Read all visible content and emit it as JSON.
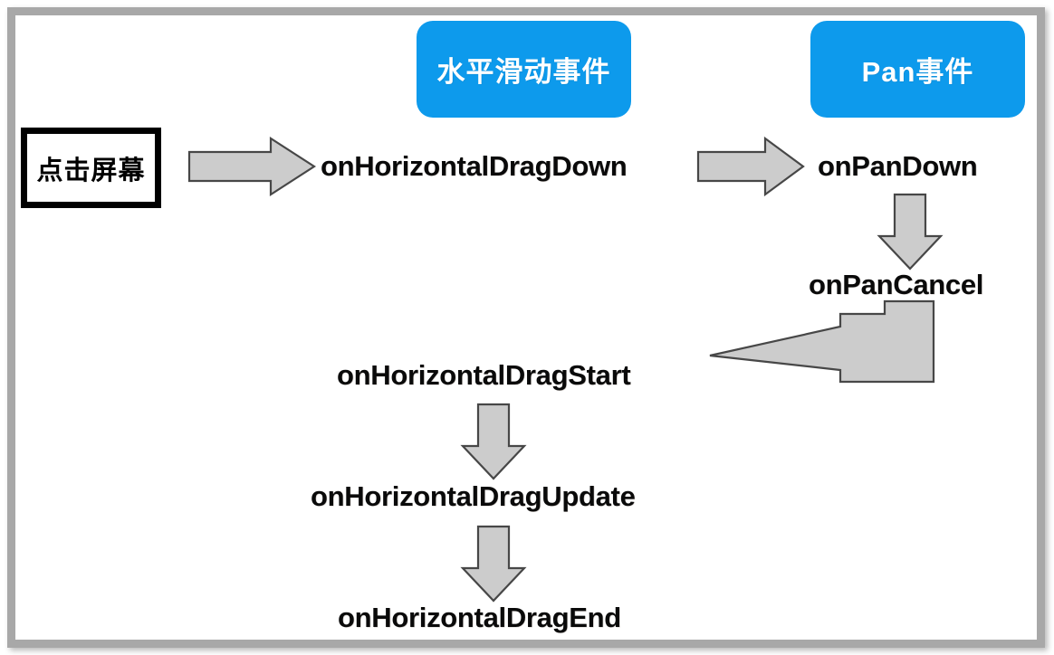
{
  "diagram": {
    "title": "Flutter horizontal drag vs pan gesture event flow",
    "colors": {
      "badge_blue": "#0d9aec",
      "arrow_fill": "#cccccc",
      "arrow_stroke": "#474747",
      "frame_gray": "#a8a8a8",
      "text_black": "#0a0a0a"
    },
    "badges": [
      {
        "id": "horizontal-drag-event",
        "label": "水平滑动事件"
      },
      {
        "id": "pan-event",
        "label": "Pan事件"
      }
    ],
    "start_box": {
      "label": "点击屏幕"
    },
    "nodes": [
      {
        "id": "on-horizontal-drag-down",
        "label": "onHorizontalDragDown"
      },
      {
        "id": "on-pan-down",
        "label": "onPanDown"
      },
      {
        "id": "on-pan-cancel",
        "label": "onPanCancel"
      },
      {
        "id": "on-horizontal-drag-start",
        "label": "onHorizontalDragStart"
      },
      {
        "id": "on-horizontal-drag-update",
        "label": "onHorizontalDragUpdate"
      },
      {
        "id": "on-horizontal-drag-end",
        "label": "onHorizontalDragEnd"
      }
    ],
    "arrows": [
      {
        "id": "start-to-drag-down",
        "direction": "right",
        "from": "点击屏幕",
        "to": "onHorizontalDragDown"
      },
      {
        "id": "drag-down-to-pan-down",
        "direction": "right",
        "from": "onHorizontalDragDown",
        "to": "onPanDown"
      },
      {
        "id": "pan-down-to-pan-cancel",
        "direction": "down",
        "from": "onPanDown",
        "to": "onPanCancel"
      },
      {
        "id": "pan-cancel-to-drag-start",
        "direction": "elbow-down-left",
        "from": "onPanCancel",
        "to": "onHorizontalDragStart"
      },
      {
        "id": "drag-start-to-drag-update",
        "direction": "down",
        "from": "onHorizontalDragStart",
        "to": "onHorizontalDragUpdate"
      },
      {
        "id": "drag-update-to-drag-end",
        "direction": "down",
        "from": "onHorizontalDragUpdate",
        "to": "onHorizontalDragEnd"
      }
    ]
  }
}
